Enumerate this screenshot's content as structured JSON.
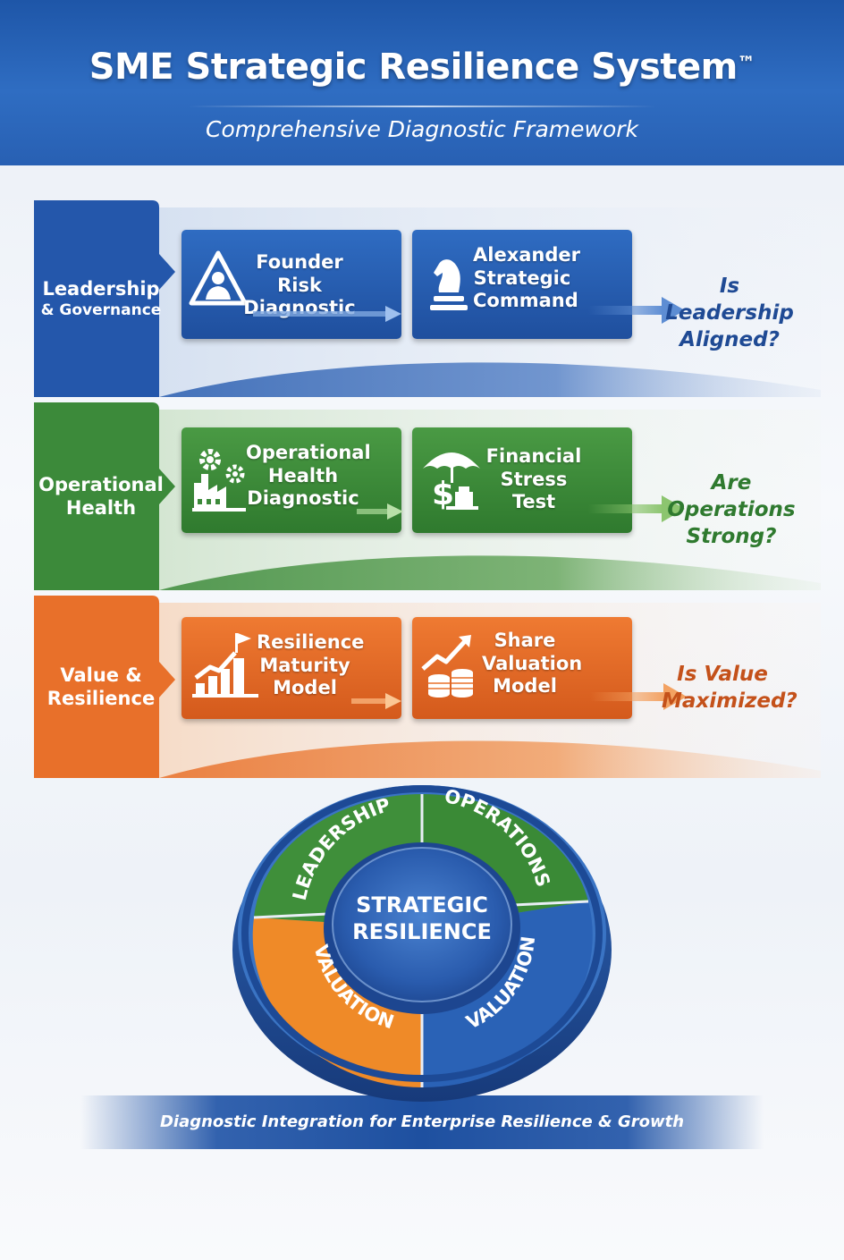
{
  "header": {
    "title": "SME Strategic Resilience System",
    "trademark": "™",
    "subtitle": "Comprehensive Diagnostic Framework"
  },
  "rows": [
    {
      "label_line1": "Leadership",
      "label_line2": "& Governance",
      "color": "#2457ab",
      "box1": {
        "lines": [
          "Founder Risk",
          "Diagnostic"
        ],
        "icon": "warning-person-icon"
      },
      "box2": {
        "lines": [
          "Alexander",
          "Strategic",
          "Command"
        ],
        "icon": "chess-knight-icon"
      },
      "question_line1": "Is Leadership",
      "question_line2": "Aligned?",
      "question_color": "#1f4a94"
    },
    {
      "label_line1": "Operational",
      "label_line2": "Health",
      "color": "#3c8a3a",
      "box1": {
        "lines": [
          "Operational",
          "Health",
          "Diagnostic"
        ],
        "icon": "gears-factory-icon"
      },
      "box2": {
        "lines": [
          "Financial",
          "Stress Test"
        ],
        "icon": "umbrella-dollar-icon"
      },
      "question_line1": "Are Operations",
      "question_line2": "Strong?",
      "question_color": "#2f7a2f"
    },
    {
      "label_line1": "Value &",
      "label_line2": "Resilience",
      "color": "#e8702a",
      "box1": {
        "lines": [
          "Resilience",
          "Maturity",
          "Model"
        ],
        "icon": "growth-chart-flag-icon"
      },
      "box2": {
        "lines": [
          "Share",
          "Valuation",
          "Model"
        ],
        "icon": "coins-growth-icon"
      },
      "question_line1": "Is Value",
      "question_line2": "Maximized?",
      "question_color": "#c4511a"
    }
  ],
  "wheel": {
    "center_line1": "STRATEGIC",
    "center_line2": "RESILIENCE",
    "segments": [
      "LEADERSHIP",
      "OPERATIONS",
      "VALUATION",
      "VALUATION"
    ]
  },
  "footer": {
    "banner_text": "Diagnostic Integration for Enterprise Resilience & Growth"
  }
}
